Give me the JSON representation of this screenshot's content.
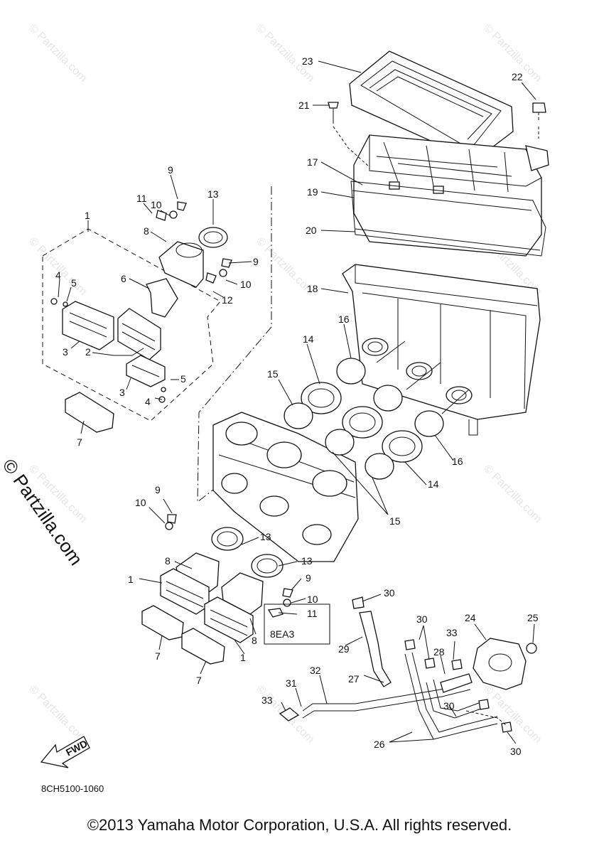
{
  "diagram": {
    "labels": [
      "1",
      "2",
      "3",
      "4",
      "5",
      "6",
      "7",
      "8",
      "9",
      "10",
      "11",
      "12",
      "13",
      "14",
      "15",
      "16",
      "17",
      "18",
      "19",
      "20",
      "21",
      "22",
      "23",
      "24",
      "25",
      "26",
      "27",
      "28",
      "29",
      "30",
      "31",
      "32",
      "33"
    ],
    "variant_box": "8EA3",
    "fwd_label": "FWD",
    "code": "8CH5100-1060",
    "watermark": "© Partzilla.com",
    "copyright": "©2013 Yamaha Motor Corporation, U.S.A. All rights reserved."
  }
}
